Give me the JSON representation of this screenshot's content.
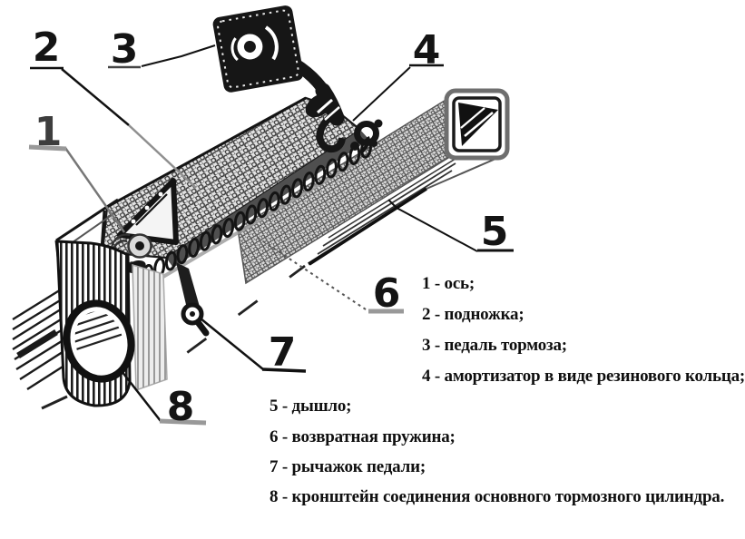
{
  "colors": {
    "ink": "#141414",
    "faded": "#8f8f8f",
    "paper": "#ffffff"
  },
  "callouts": {
    "labels": [
      "1",
      "2",
      "3",
      "4",
      "5",
      "6",
      "7",
      "8"
    ]
  },
  "legend": {
    "right_column": [
      "1 - ось;",
      "2 - подножка;",
      "3 - педаль тормоза;",
      "4 - амортизатор в виде резинового кольца;"
    ],
    "left_column": [
      "5 - дышло;",
      "6 - возвратная пружина;",
      "7 - рычажок педали;",
      "8 - кронштейн соединения основного тормозного цилиндра."
    ]
  }
}
